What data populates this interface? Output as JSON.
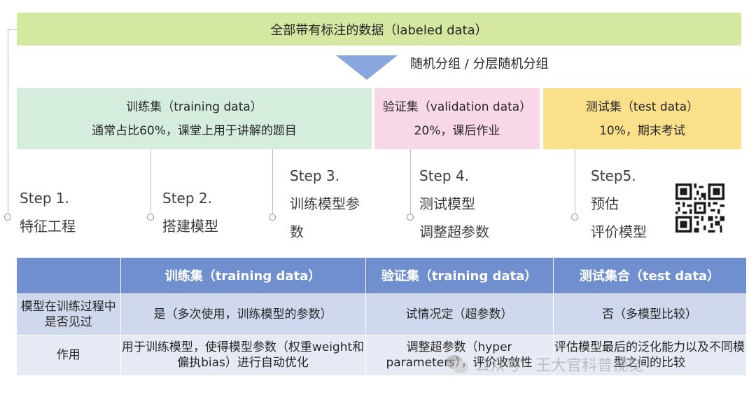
{
  "top": {
    "label": "全部带有标注的数据（labeled data）"
  },
  "split": {
    "label": "随机分组 / 分层随机分组"
  },
  "sets": {
    "train": {
      "title": "训练集（training data）",
      "desc": "通常占比60%，课堂上用于讲解的题目"
    },
    "valid": {
      "title": "验证集（validation data）",
      "desc": "20%，课后作业"
    },
    "test": {
      "title": "测试集（test data）",
      "desc": "10%，期末考试"
    }
  },
  "steps": [
    {
      "num": "Step 1.",
      "lines": [
        "特征工程"
      ]
    },
    {
      "num": "Step 2.",
      "lines": [
        "搭建模型"
      ]
    },
    {
      "num": "Step 3.",
      "lines": [
        "训练模型参",
        "数"
      ]
    },
    {
      "num": "Step 4.",
      "lines": [
        "测试模型",
        "调整超参数"
      ]
    },
    {
      "num": "Step5.",
      "lines": [
        "预估",
        "评价模型"
      ]
    }
  ],
  "table": {
    "headers": [
      "",
      "训练集（training data）",
      "验证集（training data）",
      "测试集合（test data）"
    ],
    "rows": [
      [
        "模型在训练过程中是否见过",
        "是（多次使用，训练模型的参数）",
        "试情况定（超参数）",
        "否（多模型比较）"
      ],
      [
        "作用",
        "用于训练模型，使得模型参数（权重weight和偏执bias）进行自动优化",
        "调整超参数（hyper parameters），评价收敛性",
        "评估模型最后的泛化能力以及不同模型之间的比较"
      ]
    ]
  },
  "watermark": {
    "text": "公众号 · 王大官科普视觉"
  },
  "colors": {
    "top_band": "#d5e8a2",
    "train": "#d5eddc",
    "valid": "#f8d7e7",
    "test": "#fbe08c",
    "table_header": "#6f8fce",
    "arrow": "#8aa6de"
  },
  "icons": {
    "arrow": "down-arrow",
    "qr": "qr-code",
    "watermark": "wechat-logo"
  }
}
